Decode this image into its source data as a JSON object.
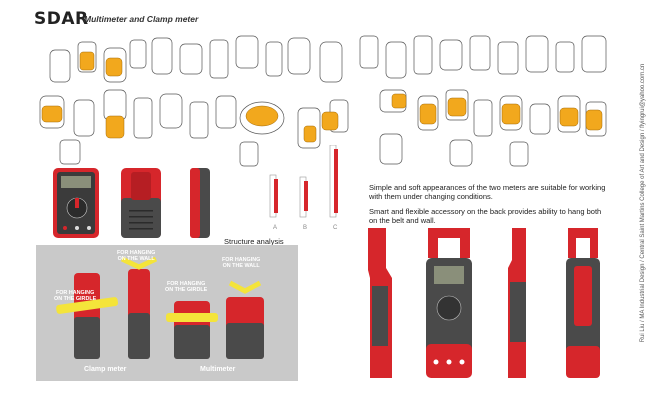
{
  "header": {
    "brand": "SDAR",
    "subtitle": "Multimeter and Clamp meter"
  },
  "side_credit": "Rui Liu / MA Industrial Design / Central Saint Martins College of Art and Design / flyingrui@yahoo.com.cn",
  "descriptions": {
    "line1": "Simple and soft appearances of the two meters are suitable for working with them under changing conditions.",
    "line2": "Smart and flexible accessory on the back provides ability to hang both on the belt and wall."
  },
  "structure": {
    "title": "Structure analysis",
    "labels": {
      "girdle_left": "FOR HANGING\nON THE GIRDLE",
      "wall_left": "FOR HANGING\nON THE WALL",
      "girdle_right": "FOR HANGING\nON THE GIRDLE",
      "wall_right": "FOR HANGING\nON THE WALL"
    },
    "captions": {
      "clamp": "Clamp meter",
      "multi": "Multimeter"
    }
  },
  "profile_letters": {
    "a": "A",
    "b": "B",
    "c": "C"
  },
  "colors": {
    "accent_red": "#d6262b",
    "body_gray": "#4a4a4a",
    "sketch_orange": "#f2a81d",
    "panel_gray": "#c9c9c9",
    "strap_yellow": "#f4e43a"
  }
}
